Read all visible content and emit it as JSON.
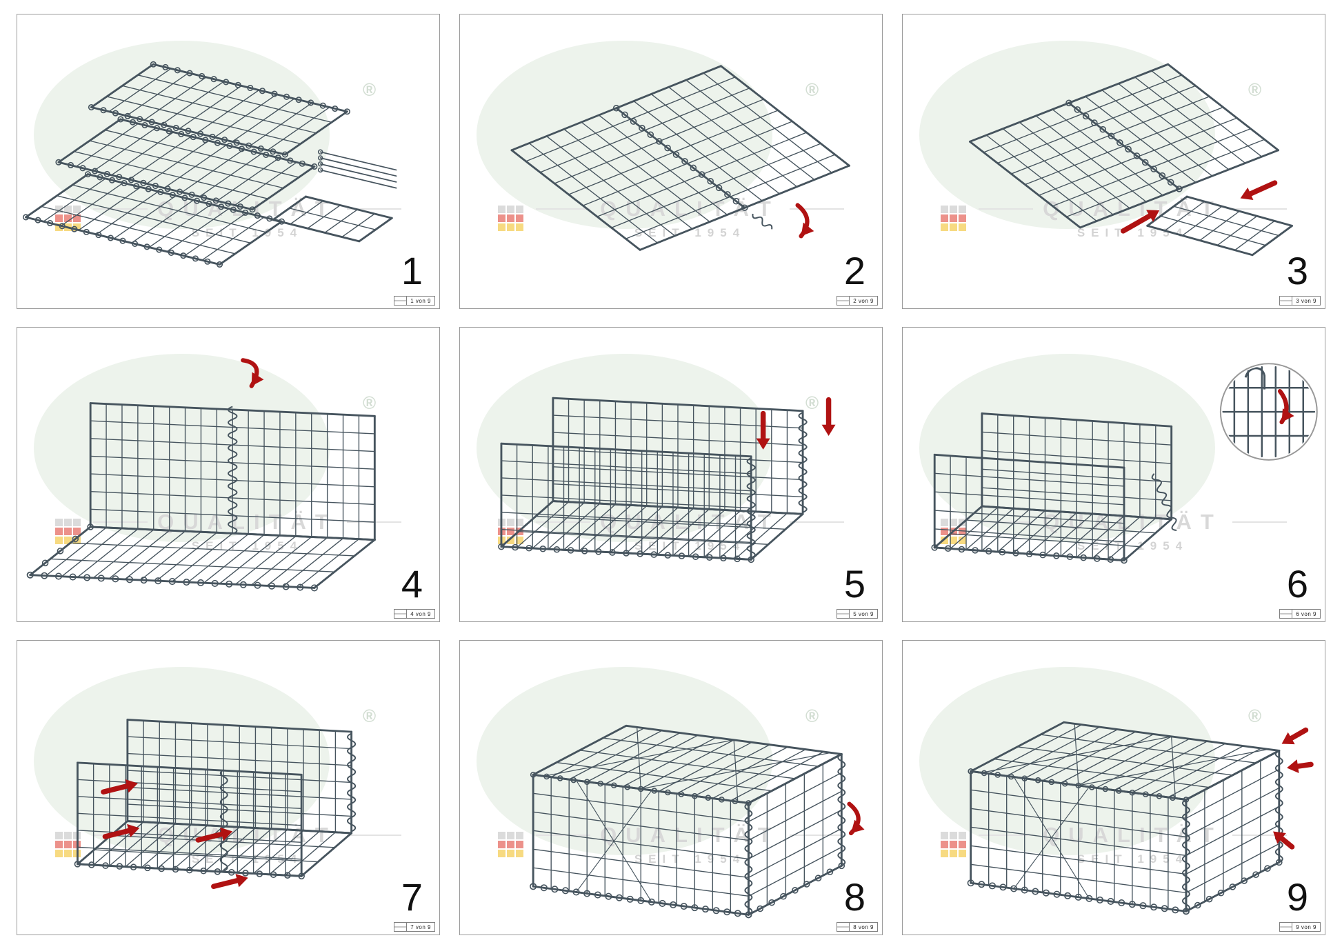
{
  "watermark": {
    "line1": "QUALITÄT",
    "line2": "SEIT 1954",
    "registered": "®"
  },
  "brand": {
    "logo_colors": [
      "#c9c9c9",
      "#c9c9c9",
      "#c9c9c9",
      "#e2574c",
      "#e2574c",
      "#e2574c",
      "#f3c73e",
      "#f3c73e",
      "#f3c73e"
    ]
  },
  "colors": {
    "mesh": "#46545e",
    "arrow": "#b01212",
    "watermark_text": "#d8d8d8",
    "ellipse": "#edf3ec"
  },
  "panels": [
    {
      "number": "1",
      "footer": "1 von 9",
      "scene": "parts"
    },
    {
      "number": "2",
      "footer": "2 von 9",
      "scene": "flat"
    },
    {
      "number": "3",
      "footer": "3 von 9",
      "scene": "flatside"
    },
    {
      "number": "4",
      "footer": "4 von 9",
      "scene": "wall"
    },
    {
      "number": "5",
      "footer": "5 von 9",
      "scene": "twowalls"
    },
    {
      "number": "6",
      "footer": "6 von 9",
      "scene": "ushape"
    },
    {
      "number": "7",
      "footer": "7 von 9",
      "scene": "wallsarrows"
    },
    {
      "number": "8",
      "footer": "8 von 9",
      "scene": "boxopen"
    },
    {
      "number": "9",
      "footer": "9 von 9",
      "scene": "boxclosed"
    }
  ]
}
